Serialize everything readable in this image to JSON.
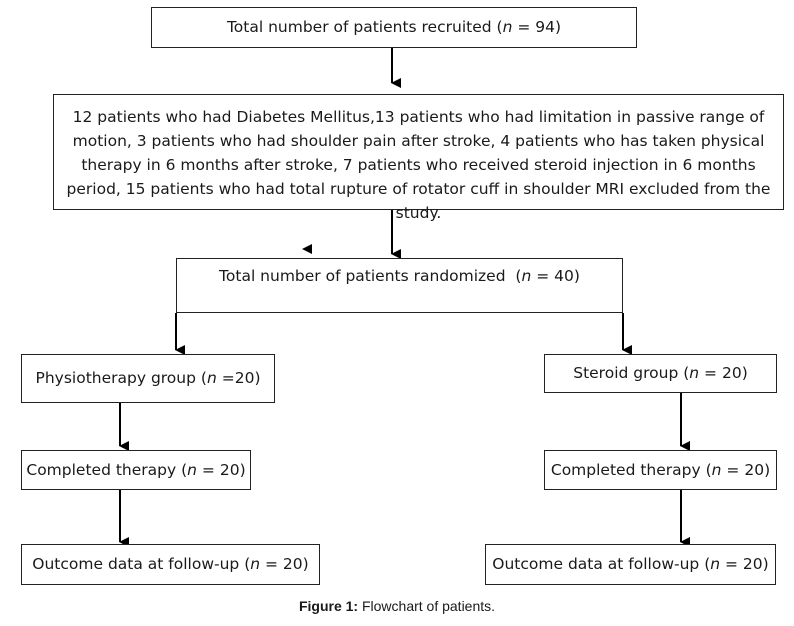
{
  "nodes": {
    "recruited": {
      "label": "Total number of patients recruited",
      "n": "94"
    },
    "excluded": {
      "text": "12 patients who had Diabetes Mellitus,13 patients who had limitation in passive range of motion, 3 patients who had shoulder pain after stroke, 4 patients who has taken physical therapy in 6 months after stroke, 7 patients who received steroid injection in 6 months period, 15 patients who had total rupture of rotator cuff in shoulder MRI excluded from the study."
    },
    "randomized": {
      "label": "Total number of patients randomized",
      "n": "40"
    },
    "physio_group": {
      "label": "Physiotherapy group",
      "n": "20"
    },
    "steroid_group": {
      "label": "Steroid group",
      "n": "20"
    },
    "physio_completed": {
      "label": "Completed therapy",
      "n": "20"
    },
    "steroid_completed": {
      "label": "Completed therapy",
      "n": "20"
    },
    "physio_outcome": {
      "label": "Outcome data at follow-up",
      "n": "20"
    },
    "steroid_outcome": {
      "label": "Outcome data at follow-up",
      "n": "20"
    }
  },
  "caption": {
    "label": "Figure 1:",
    "text": "Flowchart of patients."
  }
}
